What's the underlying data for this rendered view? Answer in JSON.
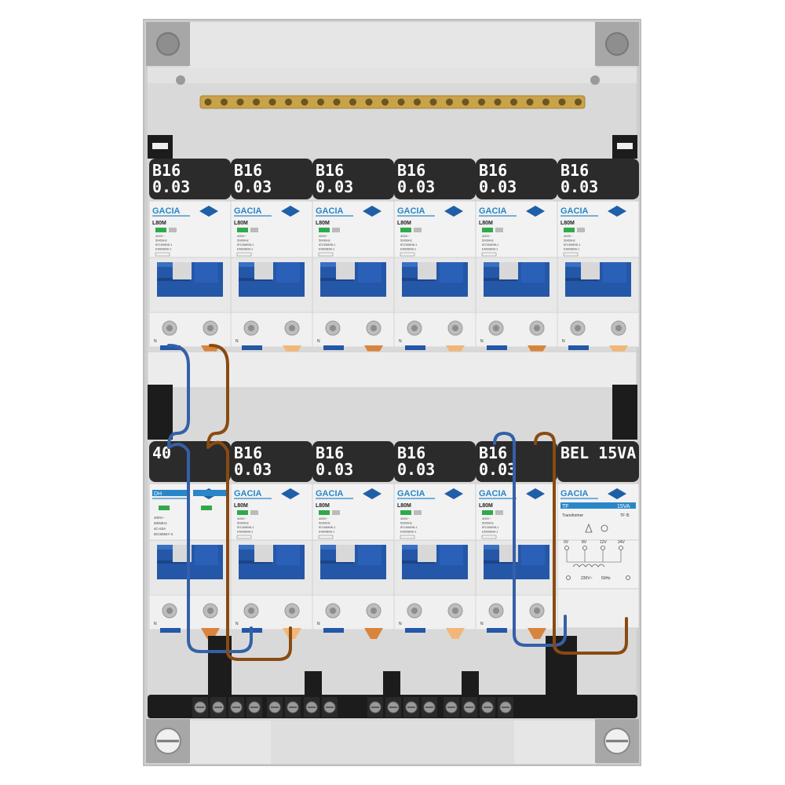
{
  "colors": {
    "enclosure": "#d4d4d4",
    "enclosure_edge": "#bcbcbc",
    "label_bg": "#2b2b2b",
    "label_text": "#ffffff",
    "breaker_body": "#f2f2f2",
    "toggle_blue": "#2457a8",
    "brand_blue": "#2a86c8",
    "wire_blue": "#3560a8",
    "wire_brown": "#8a4a12",
    "copper": "#c8772e",
    "brass": "#c9a24a",
    "busbar_black": "#1c1c1c"
  },
  "brand": "GACIA",
  "row_top": {
    "devices": [
      {
        "label1": "B16",
        "label2": "0.03",
        "model": "L80M",
        "type": "rcbo"
      },
      {
        "label1": "B16",
        "label2": "0.03",
        "model": "L80M",
        "type": "rcbo"
      },
      {
        "label1": "B16",
        "label2": "0.03",
        "model": "L80M",
        "type": "rcbo"
      },
      {
        "label1": "B16",
        "label2": "0.03",
        "model": "L80M",
        "type": "rcbo"
      },
      {
        "label1": "B16",
        "label2": "0.03",
        "model": "L80M",
        "type": "rcbo"
      },
      {
        "label1": "B16",
        "label2": "0.03",
        "model": "L80M",
        "type": "rcbo"
      }
    ]
  },
  "row_bottom": {
    "devices": [
      {
        "label1": "40",
        "label2": "",
        "model": "DH",
        "type": "switch"
      },
      {
        "label1": "B16",
        "label2": "0.03",
        "model": "L80M",
        "type": "rcbo"
      },
      {
        "label1": "B16",
        "label2": "0.03",
        "model": "L80M",
        "type": "rcbo"
      },
      {
        "label1": "B16",
        "label2": "0.03",
        "model": "L80M",
        "type": "rcbo"
      },
      {
        "label1": "B16",
        "label2": "0.03",
        "model": "L80M",
        "type": "rcbo"
      },
      {
        "label1": "BEL 15VA",
        "label2": "",
        "model": "TF",
        "type": "transformer"
      }
    ]
  },
  "transformer": {
    "rating": "15VA",
    "title": "Transformer",
    "code": "TF I5",
    "taps": [
      "0V",
      "8V",
      "12V",
      "24V"
    ],
    "input": "230V~",
    "freq": "50Hz"
  },
  "small_print": {
    "rcbo": [
      "400V~",
      "50/60Hz",
      "IEC60898-1",
      "EN60898-1"
    ],
    "switch": [
      "400V~",
      "50/60Hz",
      "4C-63A",
      "IEC60947-3"
    ],
    "terminal_n": "N"
  }
}
